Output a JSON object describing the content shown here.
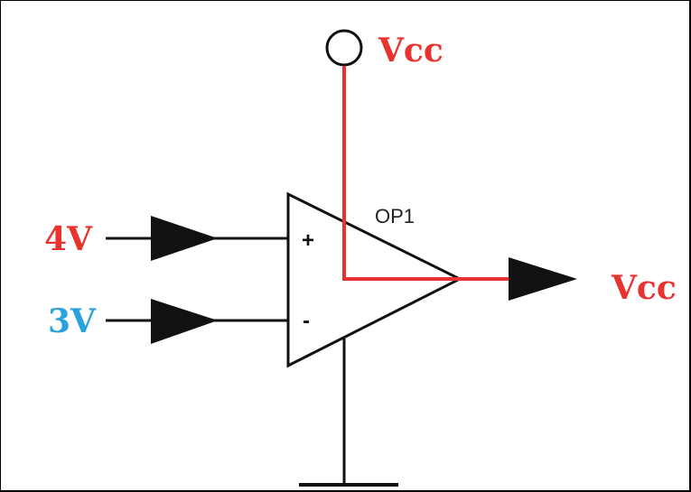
{
  "diagram": {
    "supply_label": "Vcc",
    "output_label": "Vcc",
    "input_positive_label": "4V",
    "input_negative_label": "3V",
    "opamp_label": "OP1",
    "plus_sign": "+",
    "minus_sign": "-"
  },
  "colors": {
    "supply_wire": "#e8332f",
    "supply_text": "#e8332f",
    "input_positive_text": "#e8332f",
    "input_negative_text": "#2aa3dc",
    "wire": "#111111",
    "arrow": "#111111"
  }
}
